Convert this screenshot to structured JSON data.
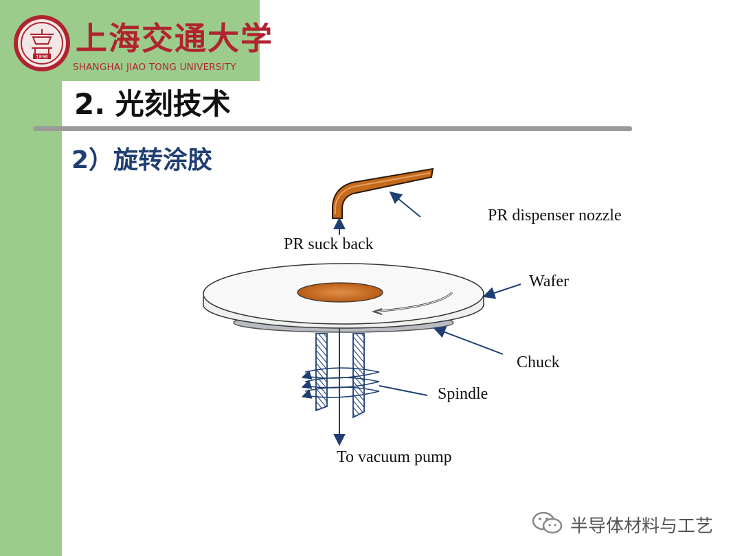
{
  "header": {
    "university_cn": "上海交通大学",
    "university_en": "SHANGHAI JIAO TONG UNIVERSITY",
    "seal_year": "1896"
  },
  "slide": {
    "title": "2. 光刻技术",
    "subtitle": "2）旋转涂胶"
  },
  "diagram": {
    "labels": {
      "nozzle": "PR dispenser nozzle",
      "suck_back": "PR suck back",
      "wafer": "Wafer",
      "chuck": "Chuck",
      "spindle": "Spindle",
      "vacuum": "To vacuum pump"
    },
    "colors": {
      "photoresist": "#c46a1c",
      "wafer_fill": "#f4f6f4",
      "chuck_fill": "#b8bcc0",
      "arrow": "#1f3f73",
      "accent_green": "#9ccc8c"
    }
  },
  "watermark": {
    "text": "半导体材料与工艺"
  }
}
